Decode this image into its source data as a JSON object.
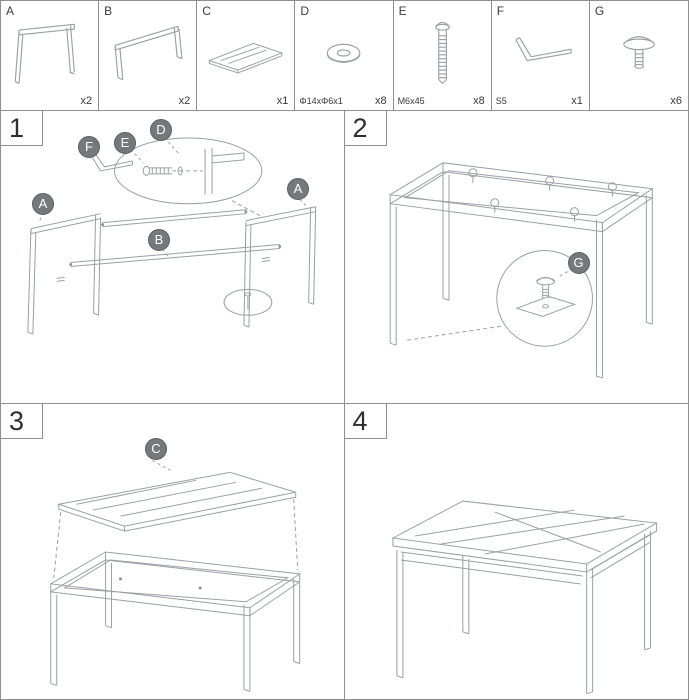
{
  "parts": [
    {
      "label": "A",
      "qty": "x2",
      "spec": ""
    },
    {
      "label": "B",
      "qty": "x2",
      "spec": ""
    },
    {
      "label": "C",
      "qty": "x1",
      "spec": ""
    },
    {
      "label": "D",
      "qty": "x8",
      "spec": "Φ14xΦ6x1"
    },
    {
      "label": "E",
      "qty": "x8",
      "spec": "M6x45"
    },
    {
      "label": "F",
      "qty": "x1",
      "spec": "S5"
    },
    {
      "label": "G",
      "qty": "x6",
      "spec": ""
    }
  ],
  "steps": [
    {
      "number": "1",
      "callouts": {
        "f": "F",
        "e": "E",
        "d": "D",
        "a_left": "A",
        "a_right": "A",
        "b": "B"
      }
    },
    {
      "number": "2",
      "callouts": {
        "g": "G"
      }
    },
    {
      "number": "3",
      "callouts": {
        "c": "C"
      }
    },
    {
      "number": "4",
      "callouts": {}
    }
  ]
}
